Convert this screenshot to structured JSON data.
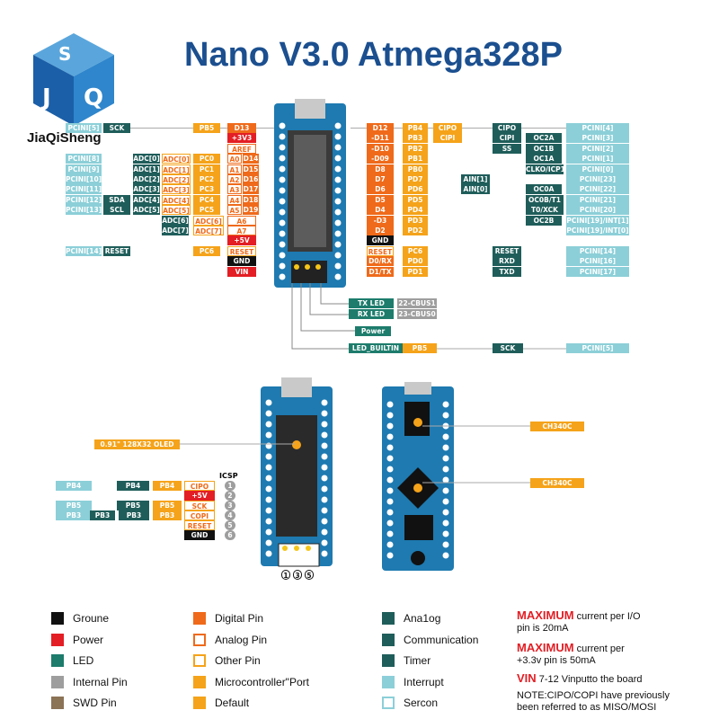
{
  "header": {
    "title": "Nano V3.0 Atmega328P",
    "brand": "JiaQiSheng"
  },
  "top_left_tags": [
    {
      "c": "t-int",
      "t": "PCINI[5]"
    },
    {
      "c": "t-an",
      "t": "SCK"
    },
    {
      "c": "t-def",
      "t": "PB5"
    },
    {
      "c": "t-dig",
      "t": "D13"
    },
    {
      "c": "t-pw",
      "t": "+3V3"
    },
    {
      "c": "t-ana",
      "t": "AREF"
    },
    {
      "c": "t-int",
      "t": "PCINI[8]"
    },
    {
      "c": "t-an",
      "t": "ADC[0]"
    },
    {
      "c": "t-oth",
      "t": "ADC[0]"
    },
    {
      "c": "t-def",
      "t": "PC0"
    },
    {
      "c": "t-ana",
      "t": "A0"
    },
    {
      "c": "t-dig",
      "t": "D14"
    },
    {
      "c": "t-int",
      "t": "PCINI[9]"
    },
    {
      "c": "t-an",
      "t": "ADC[1]"
    },
    {
      "c": "t-oth",
      "t": "ADC[1]"
    },
    {
      "c": "t-def",
      "t": "PC1"
    },
    {
      "c": "t-ana",
      "t": "A1"
    },
    {
      "c": "t-dig",
      "t": "D15"
    },
    {
      "c": "t-int",
      "t": "PCINI[10]"
    },
    {
      "c": "t-an",
      "t": "ADC[2]"
    },
    {
      "c": "t-oth",
      "t": "ADC[2]"
    },
    {
      "c": "t-def",
      "t": "PC2"
    },
    {
      "c": "t-ana",
      "t": "A2"
    },
    {
      "c": "t-dig",
      "t": "D16"
    },
    {
      "c": "t-int",
      "t": "PCINI[11]"
    },
    {
      "c": "t-an",
      "t": "ADC[3]"
    },
    {
      "c": "t-oth",
      "t": "ADC[3]"
    },
    {
      "c": "t-def",
      "t": "PC3"
    },
    {
      "c": "t-ana",
      "t": "A3"
    },
    {
      "c": "t-dig",
      "t": "D17"
    },
    {
      "c": "t-int",
      "t": "PCINI[12]"
    },
    {
      "c": "t-an",
      "t": "SDA"
    },
    {
      "c": "t-an",
      "t": "ADC[4]"
    },
    {
      "c": "t-oth",
      "t": "ADC[4]"
    },
    {
      "c": "t-def",
      "t": "PC4"
    },
    {
      "c": "t-ana",
      "t": "A4"
    },
    {
      "c": "t-dig",
      "t": "D18"
    },
    {
      "c": "t-int",
      "t": "PCINI[13]"
    },
    {
      "c": "t-an",
      "t": "SCL"
    },
    {
      "c": "t-an",
      "t": "ADC[5]"
    },
    {
      "c": "t-oth",
      "t": "ADC[5]"
    },
    {
      "c": "t-def",
      "t": "PC5"
    },
    {
      "c": "t-ana",
      "t": "A5"
    },
    {
      "c": "t-dig",
      "t": "D19"
    },
    {
      "c": "t-an",
      "t": "ADC[6]"
    },
    {
      "c": "t-oth",
      "t": "ADC[6]"
    },
    {
      "c": "t-ana",
      "t": "A6"
    },
    {
      "c": "t-an",
      "t": "ADC[7]"
    },
    {
      "c": "t-oth",
      "t": "ADC[7]"
    },
    {
      "c": "t-ana",
      "t": "A7"
    },
    {
      "c": "t-pw",
      "t": "+5V"
    },
    {
      "c": "t-int",
      "t": "PCINI[14]"
    },
    {
      "c": "t-an",
      "t": "RESET"
    },
    {
      "c": "t-def",
      "t": "PC6"
    },
    {
      "c": "t-oth",
      "t": "RESET"
    },
    {
      "c": "t-gnd",
      "t": "GND"
    },
    {
      "c": "t-pw",
      "t": "VIN"
    }
  ],
  "top_right_tags": [
    {
      "c": "t-dig",
      "t": "D12"
    },
    {
      "c": "t-def",
      "t": "PB4"
    },
    {
      "c": "t-pc",
      "t": "CIPO"
    },
    {
      "c": "t-an",
      "t": "CIPO"
    },
    {
      "c": "t-int",
      "t": "PCINI[4]"
    },
    {
      "c": "t-dig",
      "t": "-D11"
    },
    {
      "c": "t-def",
      "t": "PB3"
    },
    {
      "c": "t-pc",
      "t": "CIPI"
    },
    {
      "c": "t-an",
      "t": "CIPI"
    },
    {
      "c": "t-an",
      "t": "OC2A"
    },
    {
      "c": "t-int",
      "t": "PCINI[3]"
    },
    {
      "c": "t-dig",
      "t": "-D10"
    },
    {
      "c": "t-def",
      "t": "PB2"
    },
    {
      "c": "t-an",
      "t": "SS"
    },
    {
      "c": "t-an",
      "t": "OC1B"
    },
    {
      "c": "t-int",
      "t": "PCINI[2]"
    },
    {
      "c": "t-dig",
      "t": "-D09"
    },
    {
      "c": "t-def",
      "t": "PB1"
    },
    {
      "c": "t-an",
      "t": "OC1A"
    },
    {
      "c": "t-int",
      "t": "PCINI[1]"
    },
    {
      "c": "t-dig",
      "t": "D8"
    },
    {
      "c": "t-def",
      "t": "PB0"
    },
    {
      "c": "t-an",
      "t": "CLKO/ICP1"
    },
    {
      "c": "t-int",
      "t": "PCINI[0]"
    },
    {
      "c": "t-dig",
      "t": "D7"
    },
    {
      "c": "t-def",
      "t": "PD7"
    },
    {
      "c": "t-an",
      "t": "AIN[1]"
    },
    {
      "c": "t-int",
      "t": "PCINI[23]"
    },
    {
      "c": "t-dig",
      "t": "D6"
    },
    {
      "c": "t-def",
      "t": "PD6"
    },
    {
      "c": "t-an",
      "t": "AIN[0]"
    },
    {
      "c": "t-an",
      "t": "OC0A"
    },
    {
      "c": "t-int",
      "t": "PCINI[22]"
    },
    {
      "c": "t-dig",
      "t": "D5"
    },
    {
      "c": "t-def",
      "t": "PD5"
    },
    {
      "c": "t-an",
      "t": "OC0B/T1"
    },
    {
      "c": "t-int",
      "t": "PCINI[21]"
    },
    {
      "c": "t-dig",
      "t": "D4"
    },
    {
      "c": "t-def",
      "t": "PD4"
    },
    {
      "c": "t-an",
      "t": "T0/XCK"
    },
    {
      "c": "t-int",
      "t": "PCINI[20]"
    },
    {
      "c": "t-dig",
      "t": "-D3"
    },
    {
      "c": "t-def",
      "t": "PD3"
    },
    {
      "c": "t-an",
      "t": "OC2B"
    },
    {
      "c": "t-int",
      "t": "PCINI[19]/INT[1]"
    },
    {
      "c": "t-dig",
      "t": "D2"
    },
    {
      "c": "t-def",
      "t": "PD2"
    },
    {
      "c": "t-int",
      "t": "PCINI[19]/INT[0]"
    },
    {
      "c": "t-gnd",
      "t": "GND"
    },
    {
      "c": "t-oth",
      "t": "RESET"
    },
    {
      "c": "t-def",
      "t": "PC6"
    },
    {
      "c": "t-an",
      "t": "RESET"
    },
    {
      "c": "t-int",
      "t": "PCINI[14]"
    },
    {
      "c": "t-dig",
      "t": "D0/RX"
    },
    {
      "c": "t-def",
      "t": "PD0"
    },
    {
      "c": "t-an",
      "t": "RXD"
    },
    {
      "c": "t-int",
      "t": "PCINI[16]"
    },
    {
      "c": "t-dig",
      "t": "D1/TX"
    },
    {
      "c": "t-def",
      "t": "PD1"
    },
    {
      "c": "t-an",
      "t": "TXD"
    },
    {
      "c": "t-int",
      "t": "PCINI[17]"
    }
  ],
  "led_tags": [
    {
      "c": "t-led",
      "t": "TX LED"
    },
    {
      "c": "t-sw",
      "t": "22-CBUS1"
    },
    {
      "c": "t-led",
      "t": "RX LED"
    },
    {
      "c": "t-sw",
      "t": "23-CBUS0"
    },
    {
      "c": "t-led",
      "t": "Power"
    },
    {
      "c": "t-led",
      "t": "LED_BUILTIN"
    },
    {
      "c": "t-def",
      "t": "PB5"
    },
    {
      "c": "t-an",
      "t": "SCK"
    },
    {
      "c": "t-int",
      "t": "PCINI[5]"
    }
  ],
  "icsp": {
    "heading": "ICSP",
    "oled": "0.91\" 128X32 OLED",
    "chip1": "CH340C",
    "chip2": "CH340C",
    "pin_numbers": [
      "1",
      "2",
      "3",
      "4",
      "5",
      "6"
    ],
    "header_numbers": [
      "1",
      "3",
      "5"
    ],
    "tags": [
      {
        "c": "t-int",
        "t": "PB4"
      },
      {
        "c": "t-an",
        "t": "PB4"
      },
      {
        "c": "t-def",
        "t": "PB4"
      },
      {
        "c": "t-oth",
        "t": "CIPO"
      },
      {
        "c": "t-pw",
        "t": "+5V"
      },
      {
        "c": "t-int",
        "t": "PB5"
      },
      {
        "c": "t-an",
        "t": "PB5"
      },
      {
        "c": "t-def",
        "t": "PB5"
      },
      {
        "c": "t-oth",
        "t": "SCK"
      },
      {
        "c": "t-int",
        "t": "PB3"
      },
      {
        "c": "t-an",
        "t": "PB3"
      },
      {
        "c": "t-an",
        "t": "PB3"
      },
      {
        "c": "t-def",
        "t": "PB3"
      },
      {
        "c": "t-oth",
        "t": "COPI"
      },
      {
        "c": "t-oth",
        "t": "RESET"
      },
      {
        "c": "t-gnd",
        "t": "GND"
      }
    ]
  },
  "legend": [
    {
      "label": "Groune",
      "color": "#111111",
      "outline": false
    },
    {
      "label": "Power",
      "color": "#e31e24",
      "outline": false
    },
    {
      "label": "LED",
      "color": "#1d7c6c",
      "outline": false
    },
    {
      "label": "Internal Pin",
      "color": "#9e9e9e",
      "outline": false
    },
    {
      "label": "SWD Pin",
      "color": "#8b7355",
      "outline": false
    },
    {
      "label": "Digital Pin",
      "color": "#ef6a1a",
      "outline": false
    },
    {
      "label": "Analog Pin",
      "color": "#ef6a1a",
      "outline": true
    },
    {
      "label": "Other Pin",
      "color": "#f5a31a",
      "outline": true
    },
    {
      "label": "Microcontroller\"Port",
      "color": "#f5a31a",
      "outline": false
    },
    {
      "label": "Default",
      "color": "#f5a31a",
      "outline": false
    },
    {
      "label": "Ana1og",
      "color": "#1f5d5a",
      "outline": false
    },
    {
      "label": "Communication",
      "color": "#1f5d5a",
      "outline": false
    },
    {
      "label": "Timer",
      "color": "#1f5d5a",
      "outline": false
    },
    {
      "label": "Interrupt",
      "color": "#8ccfd8",
      "outline": false
    },
    {
      "label": "Sercon",
      "color": "#8ccfd8",
      "outline": true
    }
  ],
  "notes": {
    "max1_strong": "MAXIMUM",
    "max1_text": " current per I/O",
    "max1_line2": "pin is 20mA",
    "max2_strong": "MAXIMUM",
    "max2_text": " current per",
    "max2_line2": "+3.3v pin is 50mA",
    "vin_strong": "VIN",
    "vin_text": " 7-12 Vinputto the board",
    "note_line1": "NOTE:CIPO/COPI have previously",
    "note_line2": "been referred to as MISO/MOSI"
  },
  "colors": {
    "board": "#1e7ab0",
    "title": "#1b4f8f",
    "digital": "#ef6a1a",
    "default": "#f5a31a",
    "analog": "#1f5d5a",
    "interrupt": "#8ccfd8",
    "power": "#e31e24"
  }
}
